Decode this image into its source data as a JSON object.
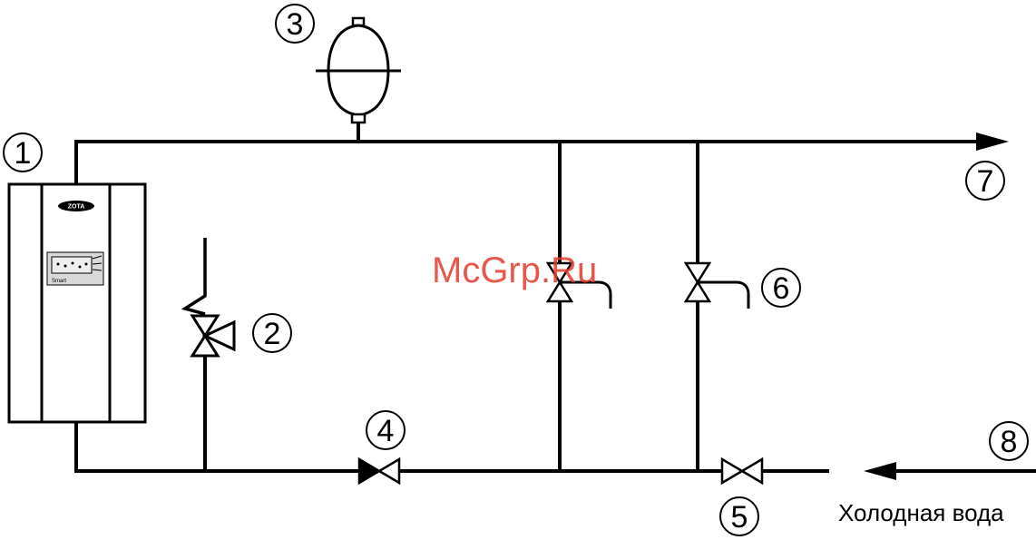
{
  "labels": {
    "n1": "1",
    "n2": "2",
    "n3": "3",
    "n4": "4",
    "n5": "5",
    "n6": "6",
    "n7": "7",
    "n8": "8"
  },
  "boiler": {
    "brand": "ZOTA",
    "panel_text": "Smart"
  },
  "caption": "Холодная вода",
  "watermark": "McGrp.Ru"
}
